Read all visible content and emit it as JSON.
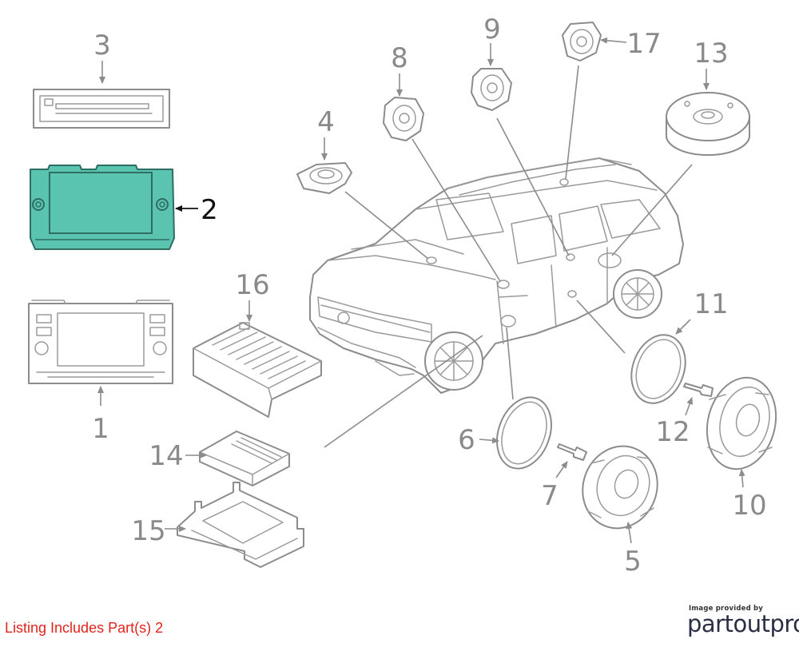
{
  "diagram": {
    "highlight_color": "#5bc4b0",
    "callouts": [
      {
        "id": "c1",
        "label": "1"
      },
      {
        "id": "c2",
        "label": "2",
        "highlighted": true
      },
      {
        "id": "c3",
        "label": "3"
      },
      {
        "id": "c4",
        "label": "4"
      },
      {
        "id": "c5",
        "label": "5"
      },
      {
        "id": "c6",
        "label": "6"
      },
      {
        "id": "c7",
        "label": "7"
      },
      {
        "id": "c8",
        "label": "8"
      },
      {
        "id": "c9",
        "label": "9"
      },
      {
        "id": "c10",
        "label": "10"
      },
      {
        "id": "c11",
        "label": "11"
      },
      {
        "id": "c12",
        "label": "12"
      },
      {
        "id": "c13",
        "label": "13"
      },
      {
        "id": "c14",
        "label": "14"
      },
      {
        "id": "c15",
        "label": "15"
      },
      {
        "id": "c16",
        "label": "16"
      },
      {
        "id": "c17",
        "label": "17"
      }
    ]
  },
  "footer": {
    "listing_text": "Listing Includes Part(s) 2",
    "listing_color": "#e0241c",
    "credit_small": "Image provided by",
    "credit_brand": "partoutpro"
  }
}
